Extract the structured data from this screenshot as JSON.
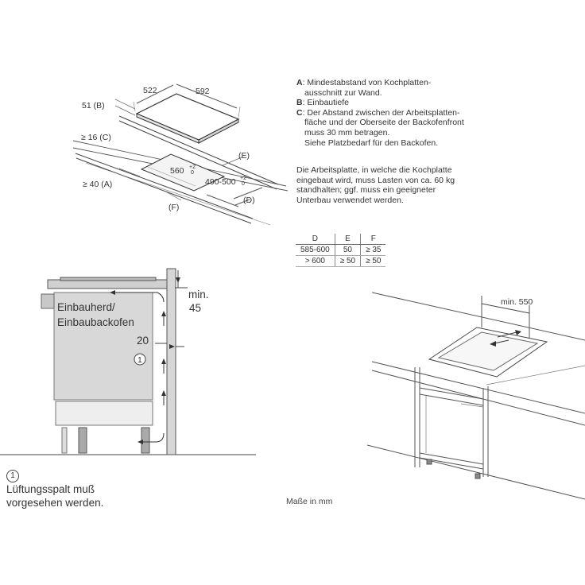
{
  "top_diagram": {
    "dim_522": "522",
    "dim_592": "592",
    "dim_51": "51 (B)",
    "dim_16": "≥ 16 (C)",
    "dim_40": "≥ 40 (A)",
    "dim_560": "560",
    "dim_560_tol": "+2",
    "dim_560_tol2": "0",
    "dim_490": "490-500",
    "dim_490_tol": "+2",
    "dim_490_tol2": "0",
    "label_e": "(E)",
    "label_d": "(D)",
    "label_f": "(F)"
  },
  "notes": [
    {
      "key": "A",
      "text": ": Mindestabstand von Kochplatten-",
      "cont": [
        "ausschnitt zur Wand."
      ]
    },
    {
      "key": "B",
      "text": ": Einbautiefe",
      "cont": []
    },
    {
      "key": "C",
      "text": ": Der Abstand zwischen der Arbeitsplatten-",
      "cont": [
        "fläche und der Oberseite der Backofenfront",
        "muss 30 mm betragen.",
        "Siehe Platzbedarf für den Backofen."
      ]
    }
  ],
  "paragraph": "Die Arbeitsplatte, in welche die Kochplatte eingebaut wird, muss Lasten von ca. 60 kg standhalten; ggf. muss ein geeigneter Unterbau verwendet werden.",
  "paragraph_lines": [
    "Die Arbeitsplatte, in welche die Kochplatte",
    "eingebaut wird, muss Lasten von ca. 60 kg",
    "standhalten; ggf. muss ein geeigneter",
    "Unterbau verwendet werden."
  ],
  "table": {
    "headers": [
      "D",
      "E",
      "F"
    ],
    "rows": [
      [
        "585-600",
        "50",
        "≥ 35"
      ],
      [
        "> 600",
        "≥ 50",
        "≥ 50"
      ]
    ]
  },
  "left_diagram": {
    "oven_label_1": "Einbauherd/",
    "oven_label_2": "Einbaubackofen",
    "dim_min": "min.",
    "dim_45": "45",
    "dim_20": "20",
    "marker": "1"
  },
  "right_diagram": {
    "dim_550": "min. 550"
  },
  "footnote": {
    "marker": "1",
    "line1": "Lüftungsspalt muß",
    "line2": "vorgesehen werden."
  },
  "units": "Maße in mm"
}
